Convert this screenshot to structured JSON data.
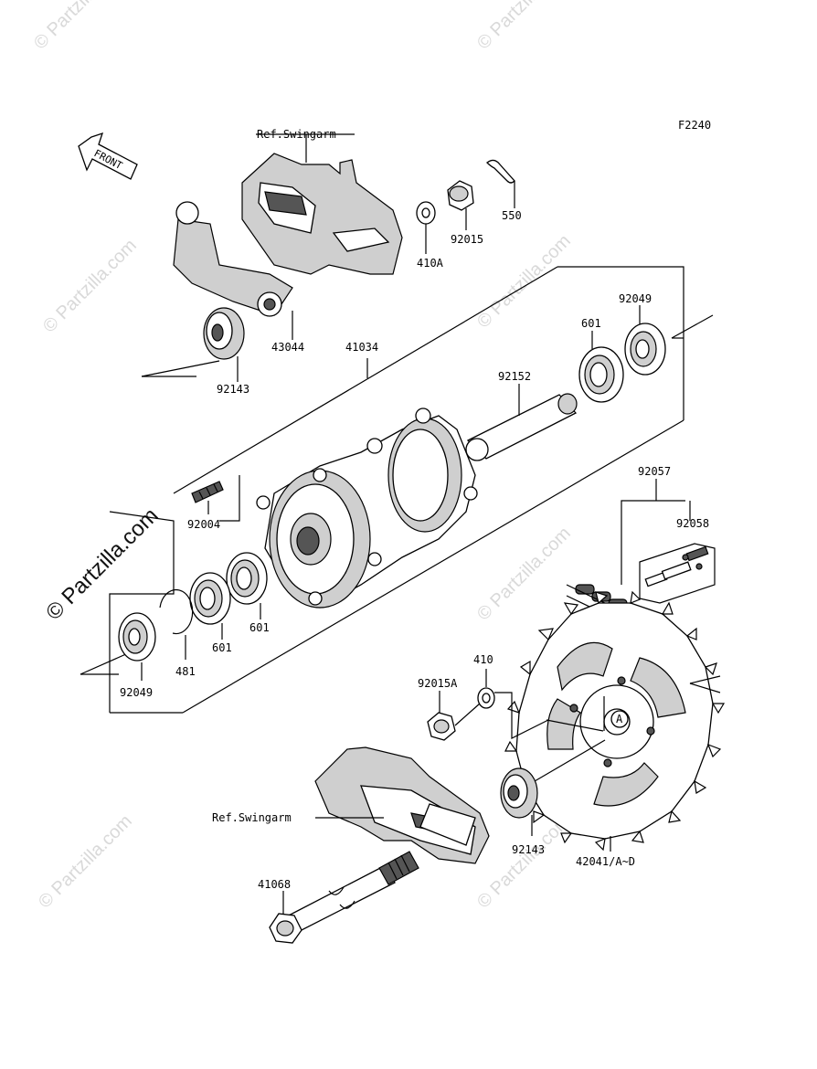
{
  "figure_code": "F2240",
  "front_label": "FRONT",
  "watermark": {
    "text": "© Partzilla.com",
    "main_text": "© Partzilla.com"
  },
  "callout_letter": "A",
  "parts": {
    "ref_swingarm_top": "Ref.Swingarm",
    "ref_swingarm_bottom": "Ref.Swingarm",
    "p550": "550",
    "p92015": "92015",
    "p410A": "410A",
    "p43044": "43044",
    "p92143_top": "92143",
    "p41034": "41034",
    "p92049_top": "92049",
    "p601_top": "601",
    "p92152": "92152",
    "p92004": "92004",
    "p92057": "92057",
    "p92058": "92058",
    "p601_mid": "601",
    "p601_low": "601",
    "p481": "481",
    "p92049_low": "92049",
    "p410": "410",
    "p92015A": "92015A",
    "p92143_bottom": "92143",
    "p42041": "42041/A~D",
    "p41068": "41068"
  }
}
